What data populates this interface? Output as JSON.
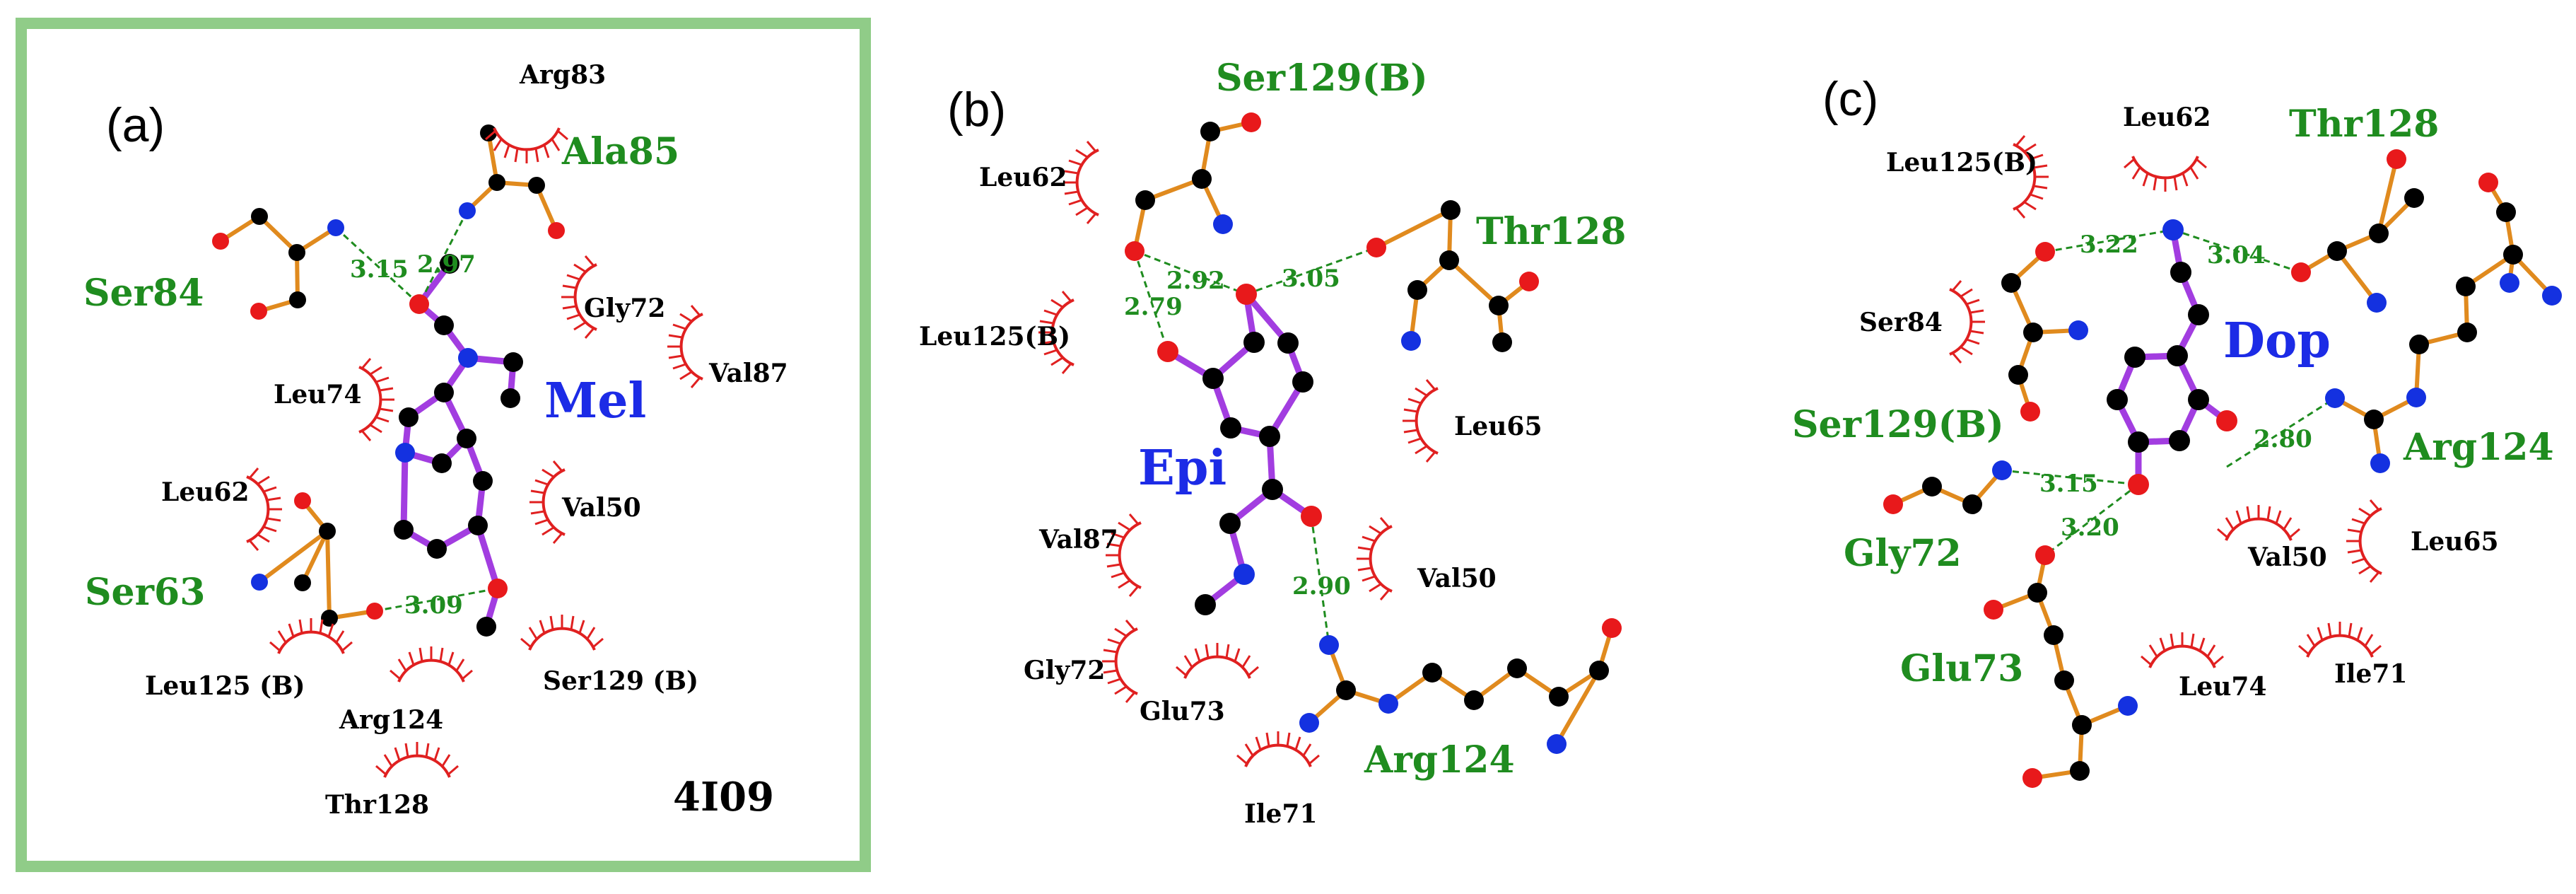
{
  "colors": {
    "ligand_bond": "#a23de0",
    "residue_bond": "#e08a1e",
    "carbon": "#000000",
    "oxygen": "#e8191b",
    "nitrogen": "#1431e0",
    "hbond": "#1f8c1f",
    "hb_residue_label": "#1f8c1f",
    "ligand_label": "#1c2be6",
    "hydrophobic_arc": "#e02020",
    "panel_frame": "#90cc88"
  },
  "icons": {
    "hydrophobic_contact": "hydrophobic-arc-icon",
    "atom": "atom-circle-icon"
  },
  "panels": [
    {
      "id": "a",
      "label": "(a)",
      "ligand": "Mel",
      "pdb": "4I09",
      "hbond_residues": [
        "Ala85",
        "Ser84",
        "Ser63"
      ],
      "hydrophobic_residues": [
        "Arg83",
        "Gly72",
        "Val87",
        "Leu74",
        "Leu62",
        "Val50",
        "Leu125 (B)",
        "Arg124",
        "Ser129 (B)",
        "Thr128"
      ],
      "distances": [
        "3.15",
        "2.97",
        "3.09"
      ]
    },
    {
      "id": "b",
      "label": "(b)",
      "ligand": "Epi",
      "pdb": "",
      "hbond_residues": [
        "Ser129(B)",
        "Thr128",
        "Arg124"
      ],
      "hydrophobic_residues": [
        "Leu62",
        "Leu125(B)",
        "Leu65",
        "Val87",
        "Val50",
        "Gly72",
        "Glu73",
        "Ile71"
      ],
      "distances": [
        "2.92",
        "3.05",
        "2.79",
        "2.90"
      ]
    },
    {
      "id": "c",
      "label": "(c)",
      "ligand": "Dop",
      "pdb": "",
      "hbond_residues": [
        "Thr128",
        "Ser129(B)",
        "Arg124",
        "Gly72",
        "Glu73"
      ],
      "hydrophobic_residues": [
        "Leu62",
        "Leu125(B)",
        "Ser84",
        "Val50",
        "Leu65",
        "Leu74",
        "Ile71"
      ],
      "distances": [
        "3.22",
        "3.04",
        "2.80",
        "3.15",
        "3.20"
      ]
    }
  ]
}
